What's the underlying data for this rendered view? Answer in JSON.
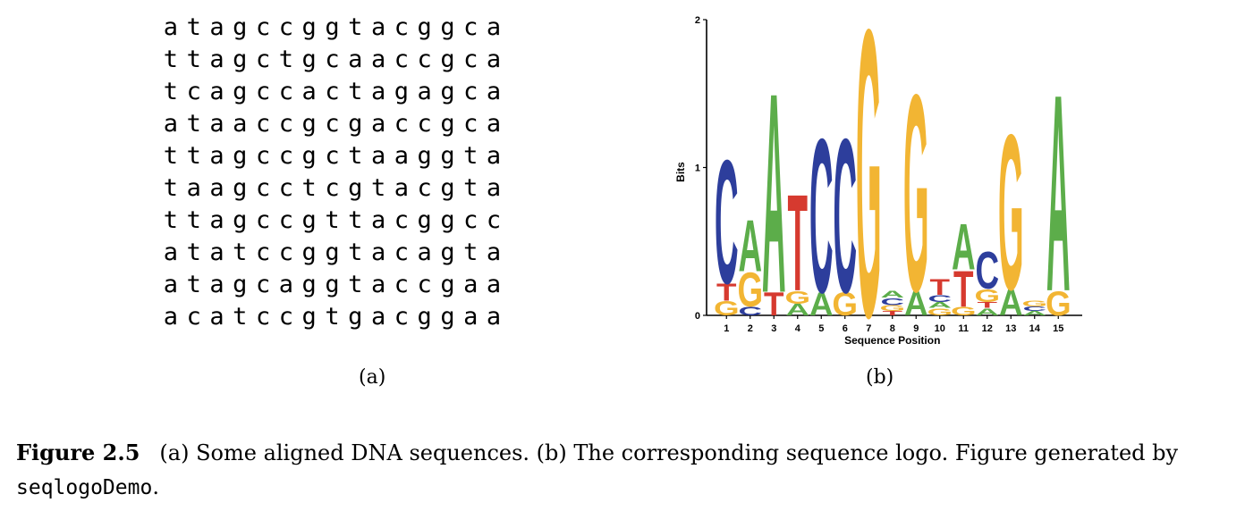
{
  "sequences": [
    "atagccggtacggca",
    "ttagctgcaaccgca",
    "tcagccactagagca",
    "ataaccgcgaccgca",
    "ttagccgctaaggta",
    "taagcctcgtacgta",
    "ttagccgttacggcc",
    "atatccggtacagta",
    "atagcaggtaccgaa",
    "acatccgtgacggaa"
  ],
  "panel_labels": {
    "a": "(a)",
    "b": "(b)"
  },
  "caption": {
    "label": "Figure 2.5",
    "text": "(a) Some aligned DNA sequences. (b) The corresponding sequence logo. Figure generated by",
    "code": "seqlogoDemo",
    "end": "."
  },
  "colors": {
    "A": "#5cad4a",
    "C": "#2d3e9c",
    "G": "#f2b533",
    "T": "#d63a2f"
  },
  "chart_data": {
    "type": "sequence-logo",
    "xlabel": "Sequence Position",
    "ylabel": "Bits",
    "ylim": [
      0,
      2
    ],
    "yticks": [
      "0",
      "1",
      "2"
    ],
    "positions": [
      "1",
      "2",
      "3",
      "4",
      "5",
      "6",
      "7",
      "8",
      "9",
      "10",
      "11",
      "12",
      "13",
      "14",
      "15"
    ],
    "stacks": [
      [
        {
          "base": "G",
          "bits": 0.1
        },
        {
          "base": "T",
          "bits": 0.12
        },
        {
          "base": "C",
          "bits": 0.86
        }
      ],
      [
        {
          "base": "C",
          "bits": 0.06
        },
        {
          "base": "G",
          "bits": 0.24
        },
        {
          "base": "A",
          "bits": 0.36
        }
      ],
      [
        {
          "base": "T",
          "bits": 0.16
        },
        {
          "base": "A",
          "bits": 1.39
        }
      ],
      [
        {
          "base": "A",
          "bits": 0.08
        },
        {
          "base": "G",
          "bits": 0.09
        },
        {
          "base": "T",
          "bits": 0.67
        }
      ],
      [
        {
          "base": "A",
          "bits": 0.16
        },
        {
          "base": "C",
          "bits": 1.07
        }
      ],
      [
        {
          "base": "G",
          "bits": 0.16
        },
        {
          "base": "C",
          "bits": 1.07
        }
      ],
      [
        {
          "base": "G",
          "bits": 2.0
        }
      ],
      [
        {
          "base": "T",
          "bits": 0.03
        },
        {
          "base": "G",
          "bits": 0.04
        },
        {
          "base": "C",
          "bits": 0.05
        },
        {
          "base": "A",
          "bits": 0.05
        }
      ],
      [
        {
          "base": "A",
          "bits": 0.17
        },
        {
          "base": "G",
          "bits": 1.37
        }
      ],
      [
        {
          "base": "G",
          "bits": 0.05
        },
        {
          "base": "A",
          "bits": 0.04
        },
        {
          "base": "C",
          "bits": 0.05
        },
        {
          "base": "T",
          "bits": 0.11
        }
      ],
      [
        {
          "base": "G",
          "bits": 0.06
        },
        {
          "base": "T",
          "bits": 0.25
        },
        {
          "base": "A",
          "bits": 0.32
        }
      ],
      [
        {
          "base": "A",
          "bits": 0.05
        },
        {
          "base": "T",
          "bits": 0.04
        },
        {
          "base": "G",
          "bits": 0.09
        },
        {
          "base": "C",
          "bits": 0.26
        }
      ],
      [
        {
          "base": "A",
          "bits": 0.18
        },
        {
          "base": "G",
          "bits": 1.08
        }
      ],
      [
        {
          "base": "A",
          "bits": 0.03
        },
        {
          "base": "C",
          "bits": 0.03
        },
        {
          "base": "G",
          "bits": 0.04
        }
      ],
      [
        {
          "base": "G",
          "bits": 0.17
        },
        {
          "base": "A",
          "bits": 1.37
        }
      ]
    ]
  }
}
